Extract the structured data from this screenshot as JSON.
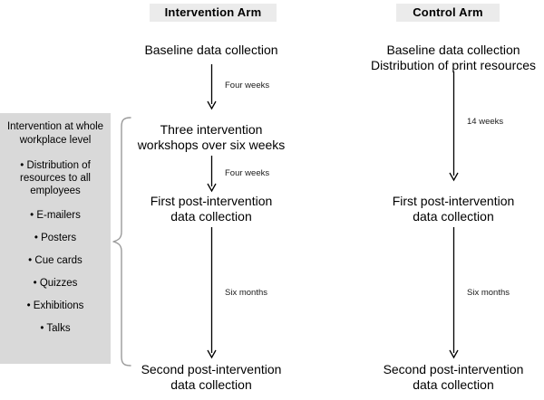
{
  "figure": {
    "type": "study-design-flowchart",
    "colors": {
      "header_background": "#ebebeb",
      "sidebar_background": "#d9d9d9",
      "text": "#000000",
      "arrow": "#000000",
      "brace": "#9a9a9a",
      "page_background": "#ffffff"
    }
  },
  "headers": {
    "intervention": "Intervention  Arm",
    "control": "Control  Arm"
  },
  "sidebar": {
    "title": "Intervention at whole workplace level",
    "items": [
      "• Distribution of resources to all employees",
      "• E-mailers",
      "• Posters",
      "• Cue cards",
      "• Quizzes",
      "• Exhibitions",
      "• Talks"
    ]
  },
  "intervention_arm": {
    "nodes": [
      "Baseline data collection",
      "Three intervention\nworkshops over six weeks",
      "First post-intervention\ndata collection",
      "Second post-intervention\ndata collection"
    ],
    "arrow_labels": [
      "Four weeks",
      "Four weeks",
      "Six months"
    ]
  },
  "control_arm": {
    "nodes": [
      "Baseline data collection\nDistribution of print resources",
      "First post-intervention\ndata collection",
      "Second post-intervention\ndata collection"
    ],
    "arrow_labels": [
      "14 weeks",
      "Six months"
    ]
  }
}
